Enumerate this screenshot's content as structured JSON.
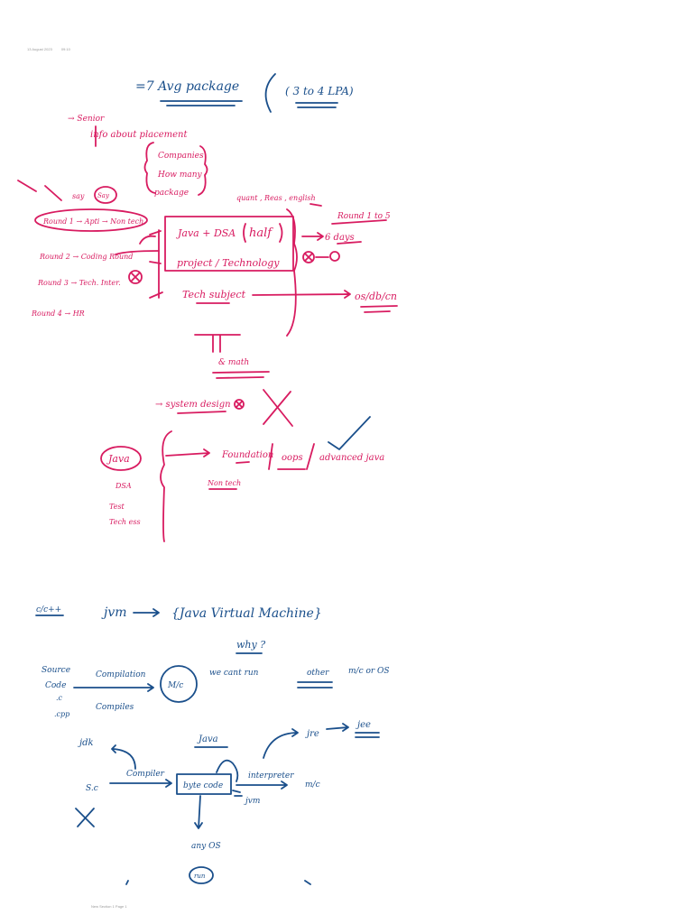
{
  "header": {
    "date": "13 August 2023",
    "time": "09:10"
  },
  "footer": {
    "page_label": "New Section 1 Page 1"
  },
  "notes": {
    "avg_package": "=7 Avg package",
    "avg_range": "( 3 to 4 LPA)",
    "senior": "→ Senior",
    "info_placement": "info about placement",
    "companies": "Companies",
    "how_many": "How many",
    "package": "package",
    "say": "say",
    "say_circled": "Say",
    "round1": "Round 1 → Apti → Non tech",
    "round2": "Round 2 → Coding Round",
    "round3": "Round 3 → Tech. Inter.",
    "round4": "Round 4 → HR",
    "quant": "quant , Reas , english",
    "java_dsa": "Java + DSA",
    "half": "half",
    "project_tech": "project / Technology",
    "round_1_to_5": "Round 1 to 5",
    "six_days": "6 days",
    "tech_subject": "Tech subject",
    "os_db_cn": "os/db/cn",
    "dsa_math": "& math",
    "system_design": "→ system design",
    "java_label": "Java",
    "foundation": "Foundation",
    "oops": "oops",
    "advanced_java": "advanced java",
    "non_tech": "Non tech",
    "dsa": "DSA",
    "test": "Test",
    "tech_ess": "Tech ess",
    "c_cpp": "c/c++",
    "jvm": "jvm",
    "jvm_full": "{Java Virtual Machine}",
    "why": "why ?",
    "source": "Source",
    "code": "Code",
    "dot_c": ".c",
    "dot_cpp": ".cpp",
    "compilation": "Compilation",
    "compiles": "Compiles",
    "mc": "M/c",
    "we_cant_run": "we cant run",
    "other": "other",
    "mc_or_os": "m/c or OS",
    "jdk": "jdk",
    "java_underlined": "Java",
    "jre": "jre",
    "jee": "jee",
    "sc": "S.c",
    "compiler": "Compiler",
    "bytecode": "byte code",
    "interpreter": "interpreter",
    "mc2": "m/c",
    "jvm2": "jvm",
    "any_os": "any OS",
    "run": "run"
  }
}
